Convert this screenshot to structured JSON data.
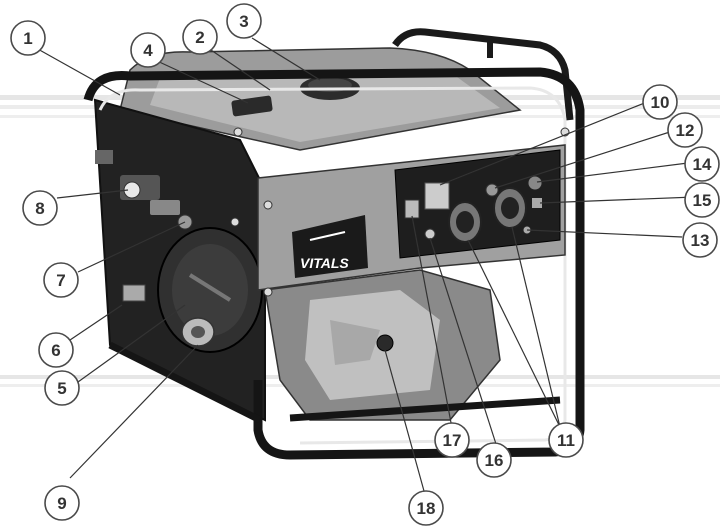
{
  "brand": "VITALS",
  "callouts": [
    {
      "id": "1",
      "label": "1"
    },
    {
      "id": "2",
      "label": "2"
    },
    {
      "id": "3",
      "label": "3"
    },
    {
      "id": "4",
      "label": "4"
    },
    {
      "id": "5",
      "label": "5"
    },
    {
      "id": "6",
      "label": "6"
    },
    {
      "id": "7",
      "label": "7"
    },
    {
      "id": "8",
      "label": "8"
    },
    {
      "id": "9",
      "label": "9"
    },
    {
      "id": "10",
      "label": "10"
    },
    {
      "id": "11",
      "label": "11"
    },
    {
      "id": "12",
      "label": "12"
    },
    {
      "id": "13",
      "label": "13"
    },
    {
      "id": "14",
      "label": "14"
    },
    {
      "id": "15",
      "label": "15"
    },
    {
      "id": "16",
      "label": "16"
    },
    {
      "id": "17",
      "label": "17"
    },
    {
      "id": "18",
      "label": "18"
    }
  ]
}
